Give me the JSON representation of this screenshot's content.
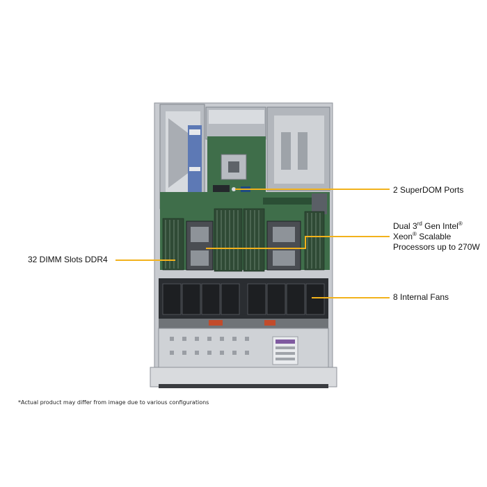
{
  "callouts": {
    "superdom": "2 SuperDOM Ports",
    "cpu_line1_pre": "Dual 3",
    "cpu_line1_sup": "rd",
    "cpu_line1_post": " Gen Intel",
    "cpu_line1_reg": "®",
    "cpu_line2_pre": "Xeon",
    "cpu_line2_reg": "®",
    "cpu_line2_post": " Scalable",
    "cpu_line3": "Processors up to 270W",
    "dimm": "32 DIMM Slots DDR4",
    "fans": "8 Internal Fans"
  },
  "footnote": "*Actual product may differ from image due to various configurations",
  "colors": {
    "leader": "#f2b21c",
    "pcb": "#3f6e4a",
    "chassis": "#c9ccd1",
    "dimm": "#2f4a35",
    "fan": "#1d1f22"
  }
}
